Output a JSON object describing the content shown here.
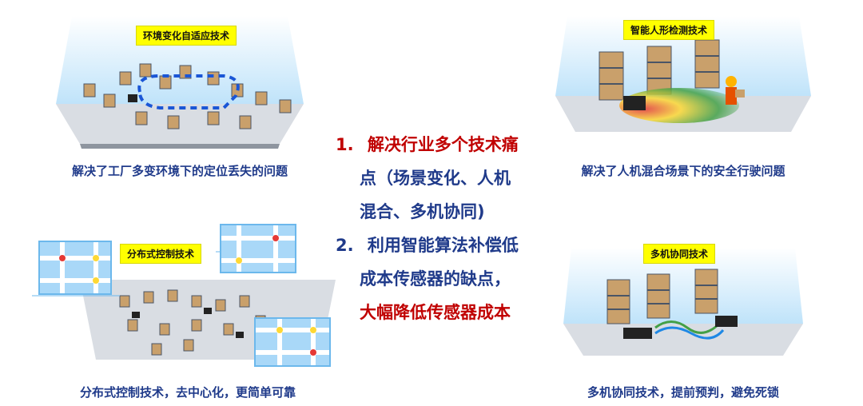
{
  "quadrants": {
    "top_left": {
      "tag": "环境变化自适应技术",
      "caption": "解决了工厂多变环境下的定位丢失的问题"
    },
    "top_right": {
      "tag": "智能人形检测技术",
      "caption": "解决了人机混合场景下的安全行驶问题"
    },
    "bottom_left": {
      "tag": "分布式控制技术",
      "caption": "分布式控制技术，去中心化，更简单可靠"
    },
    "bottom_right": {
      "tag": "多机协同技术",
      "caption": "多机协同技术，提前预判，避免死锁"
    }
  },
  "center": {
    "item1": {
      "number": "1.",
      "lines": [
        "解决行业多个技术痛",
        "点（场景变化、人机",
        "混合、多机协同)"
      ]
    },
    "item2": {
      "number": "2.",
      "lines": [
        "利用智能算法补偿低",
        "成本传感器的缺点，"
      ],
      "highlight": "大幅降低传感器成本"
    }
  },
  "colors": {
    "accent_red": "#c00000",
    "text_blue": "#1f3a8a",
    "tag_yellow": "#ffff00",
    "scene_sky": "#cfe9fb"
  }
}
